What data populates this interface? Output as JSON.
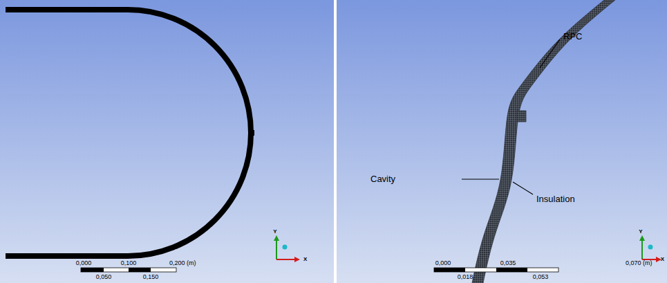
{
  "diagram": {
    "labels": [
      "0,000",
      "0,100",
      "0,200 (m)",
      "0,050",
      "0,150",
      "Y",
      "X",
      "RPC",
      "Cavity",
      "Insulation",
      "0,000",
      "0,035",
      "0,070 (m)",
      "0,018",
      "0,053",
      "Y",
      "X"
    ]
  }
}
